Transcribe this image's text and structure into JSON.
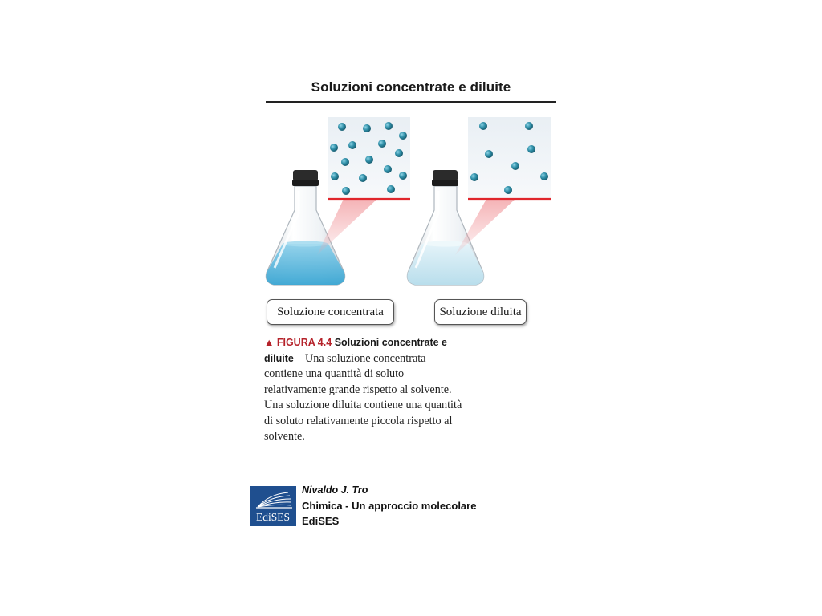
{
  "title": "Soluzioni concentrate e diluite",
  "labels": {
    "concentrated": "Soluzione concentrata",
    "dilute": "Soluzione diluita"
  },
  "caption": {
    "figure_label": "▲ FIGURA 4.4",
    "figure_title": "Soluzioni concentrate e diluite",
    "text": "Una soluzione concentrata contiene una quantità di soluto relativamente grande rispetto al solvente. Una soluzione diluita contiene una quantità di soluto relativamente piccola rispetto al solvente."
  },
  "publisher": {
    "logo": "EdiSES",
    "author": "Nivaldo J. Tro",
    "book": "Chimica - Un approccio molecolare",
    "house": "EdiSES"
  },
  "colors": {
    "solution": "#5fb6d8",
    "particle": "#2f8fa8",
    "inset_border": "#e0262c",
    "logo_bg": "#1f4f8f",
    "figure_label": "#b5222a"
  }
}
